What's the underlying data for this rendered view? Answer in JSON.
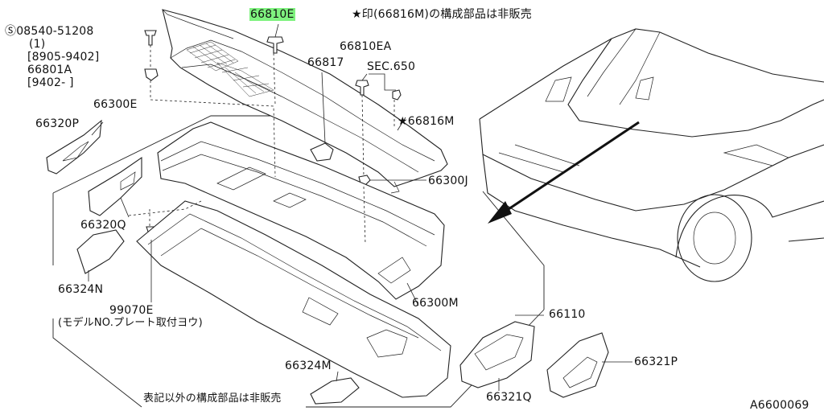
{
  "diagram": {
    "part_number_highlighted": "66810E",
    "note_star": "★印(66816M)の構成部品は非販売",
    "note_bottom": "表記以外の構成部品は非販売",
    "figure_code": "A6600069",
    "labels": {
      "screw": "Ⓢ08540-51208",
      "screw_qty": "(1)",
      "screw_range1": "[8905-9402]",
      "alt_part": "66801A",
      "alt_range": "[9402-      ]",
      "p66300E": "66300E",
      "p66320P": "66320P",
      "p66817": "66817",
      "p66810EA": "66810EA",
      "sec650": "SEC.650",
      "p66816M": "★66816M",
      "p66300J": "66300J",
      "p66320Q": "66320Q",
      "p66324N": "66324N",
      "p99070E": "99070E",
      "p99070E_note": "(モデルNO.プレート取付ヨウ)",
      "p66300M": "66300M",
      "p66110": "66110",
      "p66321P": "66321P",
      "p66324M": "66324M",
      "p66321Q": "66321Q"
    }
  }
}
